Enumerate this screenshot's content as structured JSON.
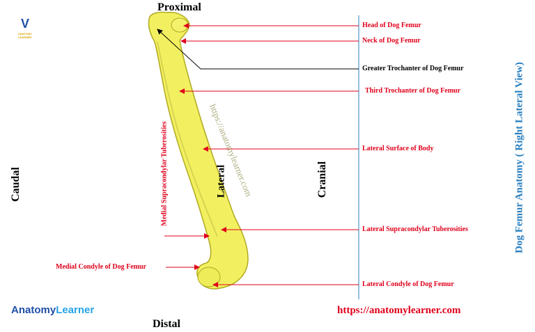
{
  "directions": {
    "proximal": "Proximal",
    "distal": "Distal",
    "caudal": "Caudal",
    "cranial": "Cranial",
    "lateral": "Lateral"
  },
  "labels": {
    "head": "Head of Dog Femur",
    "neck": "Neck of Dog Femur",
    "greater_trochanter": "Greater Trochanter of  Dog Femur",
    "third_trochanter": "Third Trochanter of  Dog Femur",
    "lateral_surface": "Lateral Surface of Body",
    "lateral_supracondylar": "Lateral  Supracondylar Tuberosities",
    "lateral_condyle": "Lateral Condyle of Dog Femur",
    "medial_condyle": "Medial Condyle of Dog Femur",
    "medial_supracondylar": "Medial Supracondylar Tuberosities"
  },
  "side_title": "Dog  Femur Anatomy  ( Right Lateral View)",
  "website": "https://anatomylearner.com",
  "watermark": "https://anatomylearner.com",
  "brand": {
    "part1": "Anatomy",
    "part2": "Learner"
  },
  "logo": {
    "mark": "V",
    "text": "ANATOMY LEARNER"
  },
  "colors": {
    "label_red": "#e0001b",
    "title_blue": "#2a7fc0",
    "bone": "#f2f060",
    "divider": "#2a7fc0"
  }
}
